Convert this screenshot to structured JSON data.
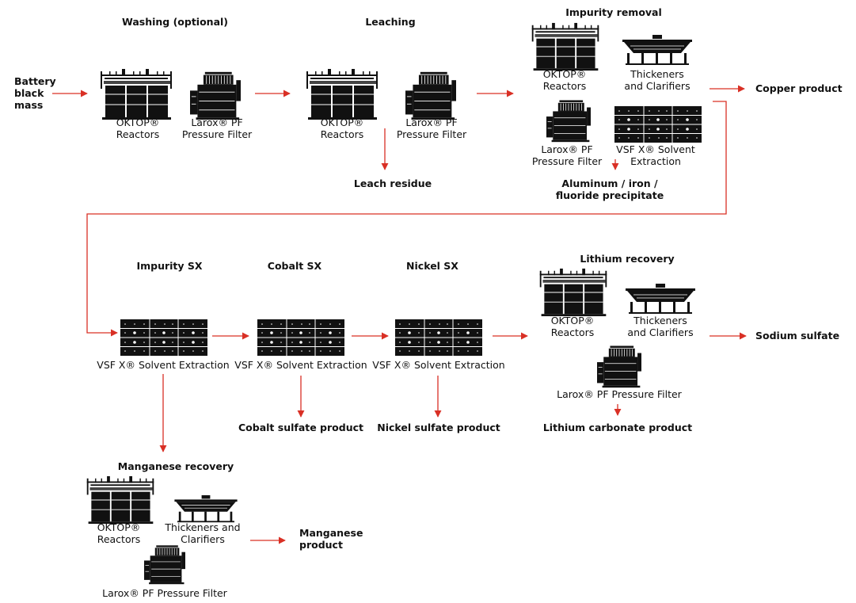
{
  "colors": {
    "arrow": "#d93025",
    "equipment": "#111111",
    "text": "#111111"
  },
  "input": {
    "line1": "Battery",
    "line2": "black",
    "line3": "mass"
  },
  "labels": {
    "oktop_1": "OKTOP®",
    "oktop_2": "Reactors",
    "larox_1": "Larox® PF",
    "larox_2": "Pressure Filter",
    "larox_full": "Larox® PF Pressure Filter",
    "thick_1": "Thickeners",
    "thick_2": "and Clarifiers",
    "thick_m1": "Thickeners and",
    "thick_m2": "Clarifiers",
    "vsf_1": "VSF X® Solvent",
    "vsf_2": "Extraction",
    "vsf_full": "VSF X® Solvent Extraction"
  },
  "stages": {
    "washing": "Washing (optional)",
    "leaching": "Leaching",
    "impurity_removal": "Impurity removal",
    "impurity_sx": "Impurity SX",
    "cobalt_sx": "Cobalt SX",
    "nickel_sx": "Nickel SX",
    "lithium_recovery": "Lithium recovery",
    "manganese_recovery": "Manganese recovery"
  },
  "outputs": {
    "leach_residue": "Leach residue",
    "copper_product": "Copper product",
    "al_fe_f_1": "Aluminum / iron /",
    "al_fe_f_2": "fluoride precipitate",
    "cobalt_sulfate": "Cobalt sulfate product",
    "nickel_sulfate": "Nickel sulfate product",
    "lithium_carbonate": "Lithium carbonate product",
    "sodium_sulfate": "Sodium sulfate",
    "manganese_1": "Manganese",
    "manganese_2": "product"
  }
}
